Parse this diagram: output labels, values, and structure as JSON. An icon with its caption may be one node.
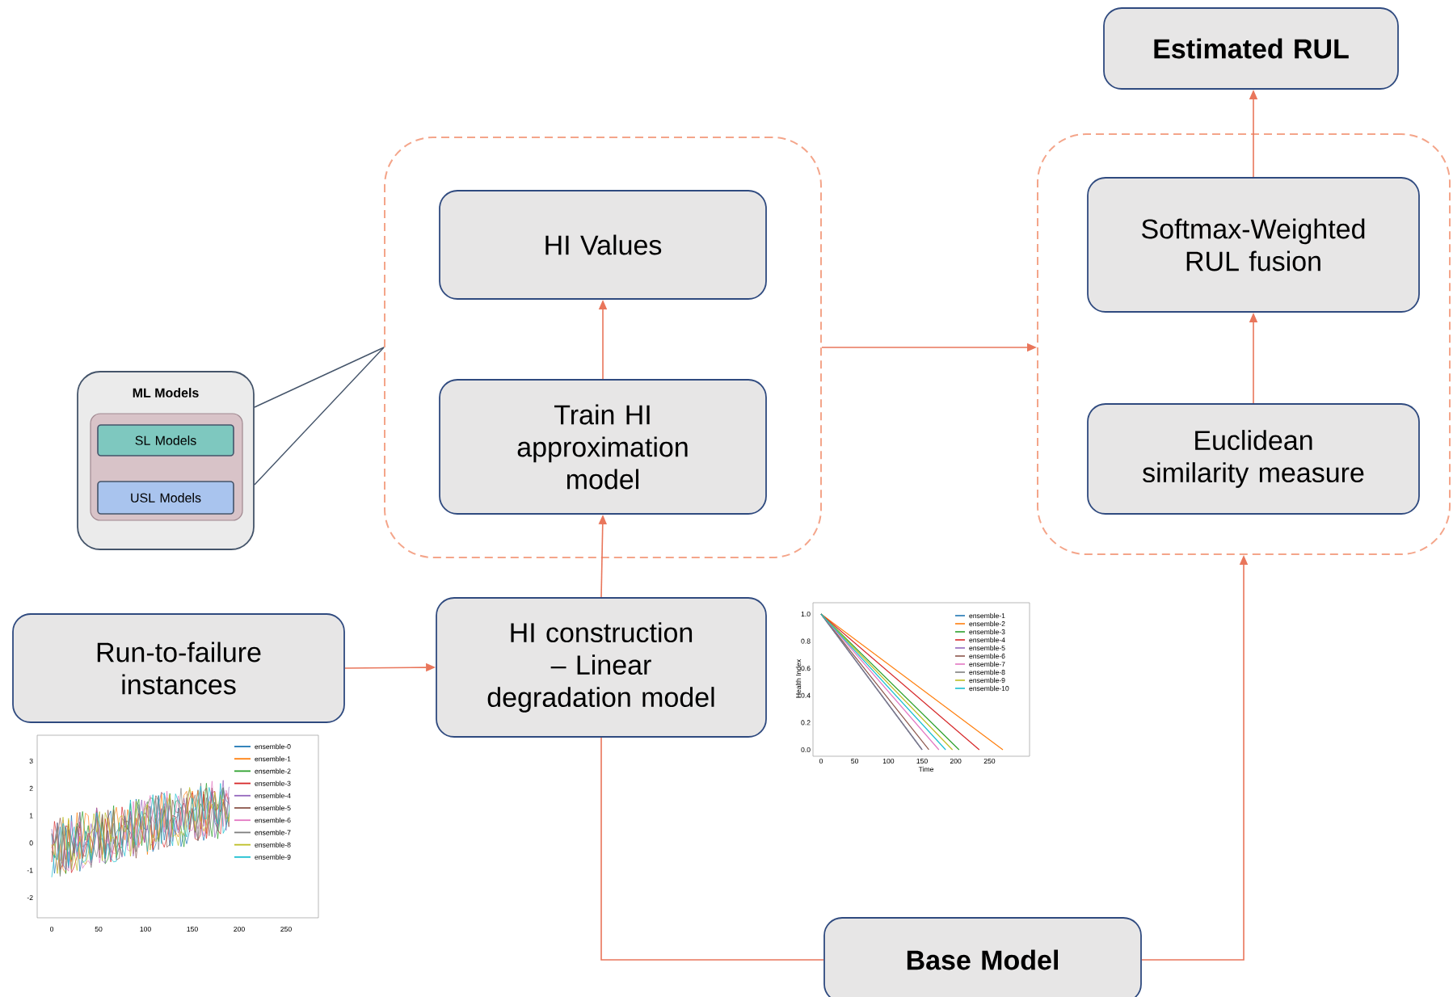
{
  "diagram": {
    "nodes": [
      {
        "text": [
          "Estimated RUL"
        ]
      },
      {
        "text": [],
        "shape": "box"
      },
      {
        "text": [
          "HI Values"
        ],
        "in": 1
      },
      {
        "text": [
          "Train HI approximation model"
        ],
        "in": 1
      },
      {
        "text": [],
        "shape": "box"
      },
      {
        "text": [
          "Softmax-Weighted RUL fusion"
        ],
        "in": 4
      },
      {
        "text": [
          "Euclidean similarity measure"
        ],
        "in": 4
      },
      {
        "text": [
          "ML Models"
        ]
      },
      {
        "text": [],
        "shape": "box",
        "in": 7
      },
      {
        "text": [
          "SL Models"
        ],
        "in": 8
      },
      {
        "text": [
          "USL Models"
        ],
        "in": 8
      },
      {
        "text": [
          "Run-to-failure instances"
        ]
      },
      {
        "text": [
          "HI construction – Linear degradation model"
        ]
      },
      {
        "text": [
          "Base Model"
        ]
      }
    ],
    "edges": [
      {
        "from": 11,
        "to": 12,
        "arrow": "to"
      },
      {
        "from": 12,
        "to": 3,
        "arrow": "to"
      },
      {
        "from": 3,
        "to": 2,
        "arrow": "to"
      },
      {
        "from": 1,
        "to": 4,
        "arrow": "to"
      },
      {
        "from": 6,
        "to": 5,
        "arrow": "to"
      },
      {
        "from": 5,
        "to": 0,
        "arrow": "to"
      },
      {
        "from": 13,
        "to": 12,
        "arrow": "none"
      },
      {
        "from": 13,
        "to": 4,
        "arrow": "to"
      },
      {
        "from": 7,
        "to": 1,
        "arrow": "none",
        "color": "#44546a"
      },
      {
        "from": 7,
        "to": 1,
        "arrow": "none",
        "color": "#44546a"
      }
    ],
    "legend": [
      {
        "text": "ensemble-1"
      },
      {
        "text": "ensemble-2"
      },
      {
        "text": "ensemble-3"
      },
      {
        "text": "ensemble-4"
      },
      {
        "text": "ensemble-5"
      },
      {
        "text": "ensemble-6"
      },
      {
        "text": "ensemble-7"
      },
      {
        "text": "ensemble-8"
      },
      {
        "text": "ensemble-9"
      },
      {
        "text": "ensemble-10"
      },
      {
        "text": "ensemble-0"
      },
      {
        "text": "ensemble-1"
      },
      {
        "text": "ensemble-2"
      },
      {
        "text": "ensemble-3"
      },
      {
        "text": "ensemble-4"
      },
      {
        "text": "ensemble-5"
      },
      {
        "text": "ensemble-6"
      },
      {
        "text": "ensemble-7"
      },
      {
        "text": "ensemble-8"
      },
      {
        "text": "ensemble-9"
      }
    ],
    "labels": [
      "1.0",
      "0.8",
      "0.6",
      "0.4",
      "0.2",
      "0.0",
      "0",
      "50",
      "100",
      "150",
      "200",
      "250",
      "Time",
      "Health Index",
      "3",
      "2",
      "1",
      "0",
      "-1",
      "-2",
      "0",
      "50",
      "100",
      "150",
      "200",
      "250"
    ]
  }
}
